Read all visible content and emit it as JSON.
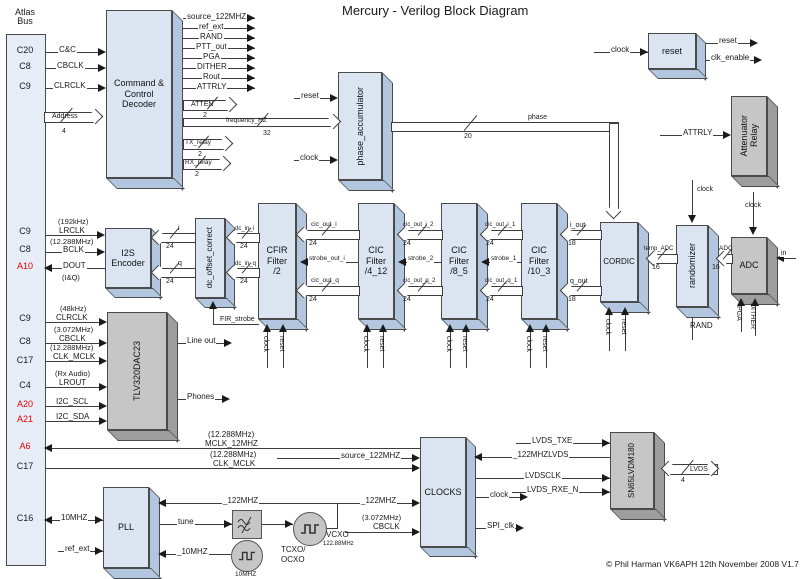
{
  "title": "Mercury  - Verilog Block Diagram",
  "footer": "© Phil Harman VK6APH 12th November 2008 V1.7",
  "colors": {
    "block_fill": "#dbe5f1",
    "block_side": "#b3c6e0",
    "gray_fill": "#c6c6c6",
    "gray_side": "#9e9e9e",
    "bus_fill": "#e7edf6",
    "red_pin": "#e60000",
    "line": "#3d3d3d"
  },
  "bus": {
    "title": "Atlas Bus",
    "pins": [
      {
        "label": "C20",
        "red": false
      },
      {
        "label": "C8",
        "red": false
      },
      {
        "label": "C9",
        "red": false
      },
      {
        "label": "C9",
        "red": false
      },
      {
        "label": "C8",
        "red": false
      },
      {
        "label": "A10",
        "red": true
      },
      {
        "label": "C9",
        "red": false
      },
      {
        "label": "C8",
        "red": false
      },
      {
        "label": "C17",
        "red": false
      },
      {
        "label": "C4",
        "red": false
      },
      {
        "label": "A20",
        "red": true
      },
      {
        "label": "A21",
        "red": true
      },
      {
        "label": "A6",
        "red": true
      },
      {
        "label": "C17",
        "red": false
      },
      {
        "label": "C16",
        "red": false
      }
    ]
  },
  "blocks": {
    "decoder": "Command & Control Decoder",
    "phase_acc": "phase_accumulator",
    "reset": "reset",
    "atten_relay_1": "Attenuator",
    "atten_relay_2": "Relay",
    "i2s": "I2S Encoder",
    "dc_offset": "dc_offset_correct",
    "cfir": "CFIR Filter /2",
    "cic4": "CIC Filter /4_12",
    "cic8": "CIC Filter /8_5",
    "cic10": "CIC Filter /10_3",
    "cordic": "CORDIC",
    "randomizer": "randomizer",
    "adc": "ADC",
    "tlv": "TLV320DAC23",
    "clocks": "CLOCKS",
    "sn65": "SN65LVDM180",
    "pll": "PLL",
    "vcxo": "VCXO",
    "vcxo_freq": "122.88MHz",
    "tcxo_line1": "TCXO/",
    "tcxo_line2": "OCXO",
    "xtal": "10MHZ"
  },
  "sig": {
    "cc": "C&C",
    "cbclk": "CBCLK",
    "clrclk": "CLRCLK",
    "address": "Address",
    "source_122mhz": "source_122MHZ",
    "ref_ext": "ref_ext",
    "rand": "RAND",
    "ptt_out": "PTT_out",
    "pga": "PGA",
    "dither": "DITHER",
    "rout": "Rout",
    "attrly": "ATTRLY",
    "atten": "ATTEN",
    "frequency_hz": "frequency_HZ",
    "tx_relay": "TX_relay",
    "rx_relay": "RX_relay",
    "reset": "reset",
    "clock": "clock",
    "clk_enable": "clk_enable",
    "phase": "phase",
    "f192": "(192kHz)",
    "lrclk": "LRCLK",
    "f12288": "(12.288MHz)",
    "bclk": "BCLK",
    "dout": "DOUT",
    "iq": "(I&Q)",
    "i": "i",
    "q": "q",
    "dc_in_i": "dc_in_i",
    "dc_in_q": "dc_in_q",
    "fir_strobe": "FIR_strobe",
    "cic_out_i": "cic_out_i",
    "strobe_out_i": "strobe_out_i",
    "cic_out_q": "cic_out_q",
    "cic_out_i_2": "cic_out_i_2",
    "strobe_2": "strobe_2",
    "cic_out_q_2": "cic_out_q_2",
    "cic_out_i_1": "cic_out_i_1",
    "strobe_1": "strobe_1",
    "cic_out_q_1": "cic_out_q_1",
    "i_out": "i_out",
    "q_out": "q_out",
    "temp_adc": "temp_ADC",
    "adc_bus": "ADC",
    "in_pin": "in",
    "f48": "(48kHz)",
    "f3072": "(3.072MHz)",
    "clk_mclk": "CLK_MCLK",
    "rx_audio": "(Rx Audio)",
    "lrout": "LROUT",
    "i2c_scl": "I2C_SCL",
    "i2c_sda": "I2C_SDA",
    "line_out": "Line out",
    "phones": "Phones",
    "mclk_12mhz": "MCLK_12MHZ",
    "u122mhz": "_122MHZ",
    "u122mhzlvds": "_122MHZLVDS",
    "lvdsclk": "LVDSCLK",
    "lvds_txe": "LVDS_TXE",
    "lvds_rxe_n": "LVDS_RXE_N",
    "lvds": "LVDS",
    "spi_clk": "SPI_clk",
    "mhz10": "10MHZ",
    "u10mhz": "_10MHZ",
    "tune": "tune"
  },
  "widths": {
    "w2": "2",
    "w4": "4",
    "w16": "16",
    "w18": "18",
    "w20": "20",
    "w24": "24",
    "w32": "32"
  }
}
